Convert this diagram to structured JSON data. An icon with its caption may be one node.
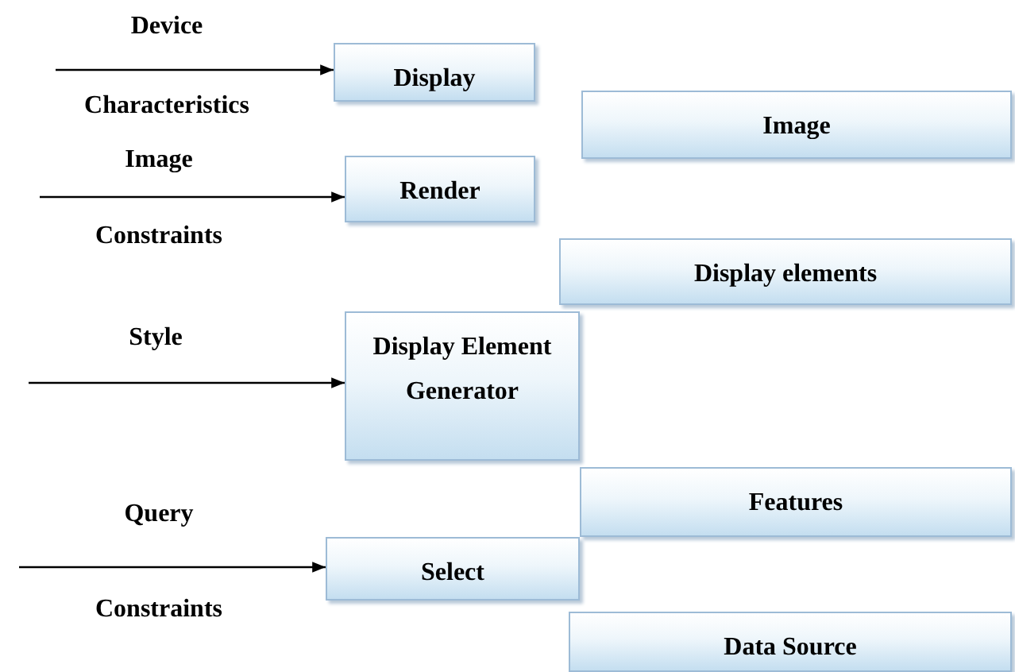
{
  "diagram": {
    "nodes": [
      {
        "text": [
          "Display"
        ]
      },
      {
        "text": [
          "Image"
        ]
      },
      {
        "text": [
          "Render"
        ]
      },
      {
        "text": [
          "Display elements"
        ]
      },
      {
        "text": [
          "Display Element Generator"
        ]
      },
      {
        "text": [
          "Features"
        ]
      },
      {
        "text": [
          "Select"
        ]
      },
      {
        "text": [
          "Data Source"
        ]
      }
    ],
    "edges": [
      {
        "from": null,
        "to": 0,
        "arrow": "to"
      },
      {
        "from": null,
        "to": 2,
        "arrow": "to"
      },
      {
        "from": null,
        "to": 4,
        "arrow": "to"
      },
      {
        "from": null,
        "to": 6,
        "arrow": "to"
      }
    ],
    "labels": [
      "Device",
      "Characteristics",
      "Image",
      "Constraints",
      "Style",
      "Query",
      "Constraints"
    ]
  }
}
